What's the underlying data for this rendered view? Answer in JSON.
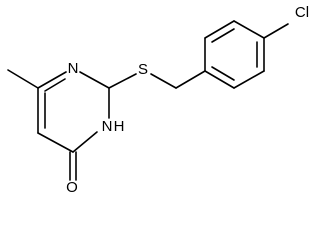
{
  "structure": {
    "atoms": {
      "n1": "N",
      "nh": "N",
      "h": "H",
      "s": "S",
      "o": "O",
      "cl": "Cl"
    }
  },
  "colors": {
    "bond": "#000000",
    "label": "#000000",
    "background": "#ffffff"
  }
}
